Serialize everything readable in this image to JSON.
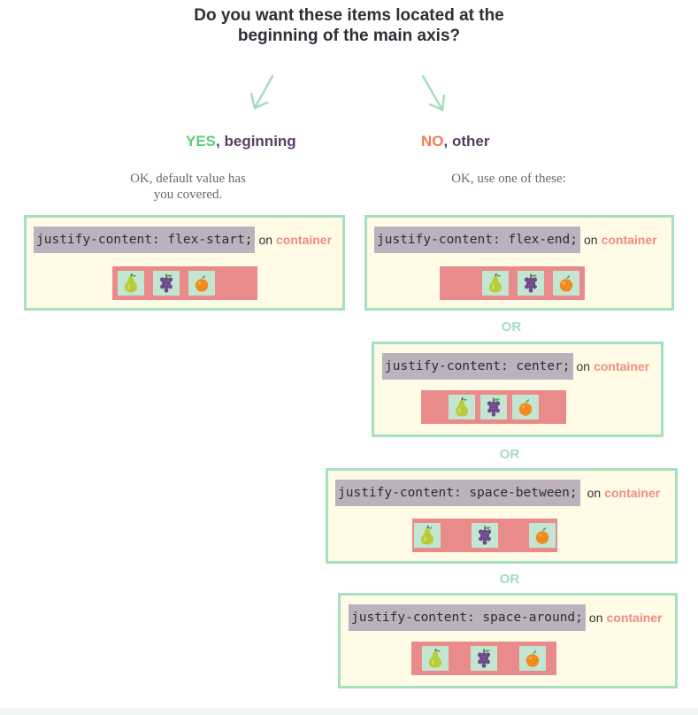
{
  "title": {
    "line1": "Do you want these items located at the",
    "line2": "beginning of the main axis?"
  },
  "yes_branch": {
    "keyword": "YES",
    "rest": ", beginning",
    "note_line1": "OK, default value has",
    "note_line2": "you covered."
  },
  "no_branch": {
    "keyword": "NO",
    "rest": ", other",
    "note": "OK, use one of these:"
  },
  "separator": "OR",
  "on_word": "on",
  "container_word": "container",
  "options": [
    {
      "code": "justify-content: flex-start;",
      "justify": "flex-start"
    },
    {
      "code": "justify-content: flex-end;",
      "justify": "flex-end"
    },
    {
      "code": "justify-content: center;",
      "justify": "center"
    },
    {
      "code": "justify-content: space-between;",
      "justify": "space-between"
    },
    {
      "code": "justify-content: space-around;",
      "justify": "space-around"
    }
  ],
  "items": [
    "pear-icon",
    "grapes-icon",
    "orange-icon"
  ],
  "colors": {
    "yes": "#5ccf74",
    "no": "#ef7b5e",
    "heading": "#5a3d63",
    "container_keyword": "#ee8e7f",
    "card_border": "#a5e0bf",
    "card_background": "#fffbe7",
    "flex_container": "#ea8b8b",
    "flex_item": "#c2e6d1",
    "code_background": "#bcb1bd",
    "arrow": "#a5dcbf"
  }
}
